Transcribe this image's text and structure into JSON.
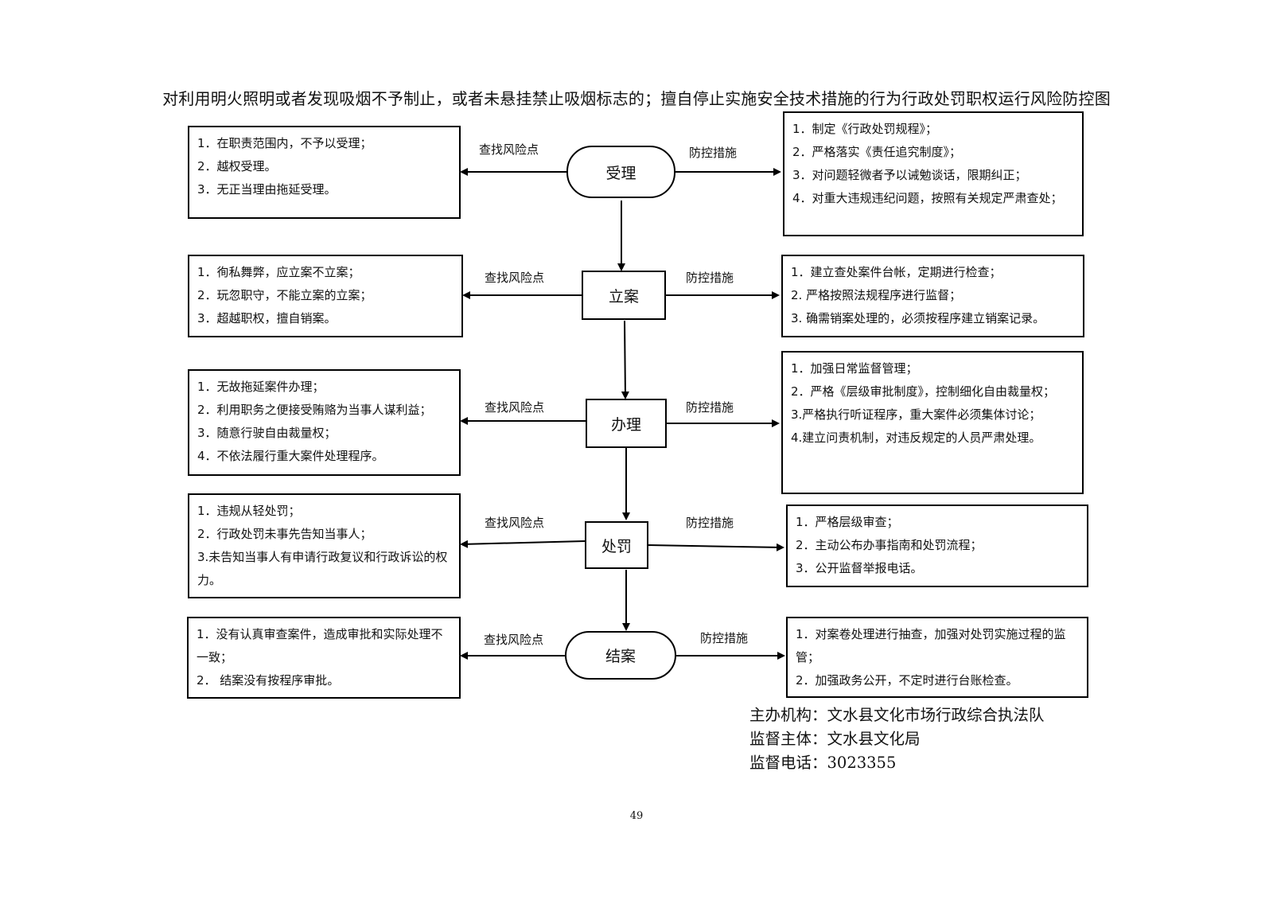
{
  "title": "对利用明火照明或者发现吸烟不予制止，或者未悬挂禁止吸烟标志的；擅自停止实施安全技术措施的行为行政处罚职权运行风险防控图",
  "labels": {
    "find_risk": "查找风险点",
    "control": "防控措施"
  },
  "stages": [
    {
      "name": "受理",
      "risks": [
        "1．在职责范围内，不予以受理；",
        "2．越权受理。",
        "3．无正当理由拖延受理。"
      ],
      "measures": [
        "1．制定《行政处罚规程》；",
        "2．严格落实《责任追究制度》；",
        "3．对问题轻微者予以诫勉谈话，限期纠正；",
        "4．对重大违规违纪问题，按照有关规定严肃查处；"
      ]
    },
    {
      "name": "立案",
      "risks": [
        "1．徇私舞弊，应立案不立案；",
        "2．玩忽职守，不能立案的立案；",
        "3．超越职权，擅自销案。"
      ],
      "measures": [
        "1．建立查处案件台帐，定期进行检查；",
        "2.  严格按照法规程序进行监督；",
        "3.  确需销案处理的，必须按程序建立销案记录。"
      ]
    },
    {
      "name": "办理",
      "risks": [
        "1．无故拖延案件办理；",
        "2．利用职务之便接受贿赂为当事人谋利益；",
        "3．随意行驶自由裁量权；",
        "4．不依法履行重大案件处理程序。"
      ],
      "measures": [
        "1．加强日常监督管理；",
        "2．严格《层级审批制度》，控制细化自由裁量权；",
        "3.严格执行听证程序，重大案件必须集体讨论；",
        "4.建立问责机制，对违反规定的人员严肃处理。"
      ]
    },
    {
      "name": "处罚",
      "risks": [
        "1．违规从轻处罚；",
        "2．行政处罚未事先告知当事人；",
        "3.未告知当事人有申请行政复议和行政诉讼的权力。"
      ],
      "measures": [
        "1．严格层级审查；",
        "2．主动公布办事指南和处罚流程；",
        "3．公开监督举报电话。"
      ]
    },
    {
      "name": "结案",
      "risks": [
        "1．没有认真审查案件，造成审批和实际处理不一致；",
        "2．  结案没有按程序审批。"
      ],
      "measures": [
        "1．对案卷处理进行抽查，加强对处罚实施过程的监管；",
        "2．加强政务公开，不定时进行台账检查。"
      ]
    }
  ],
  "footer": {
    "org": "主办机构：文水县文化市场行政综合执法队",
    "supervisor": "监督主体：文水县文化局",
    "phone": "监督电话：3023355"
  },
  "page_number": "49"
}
